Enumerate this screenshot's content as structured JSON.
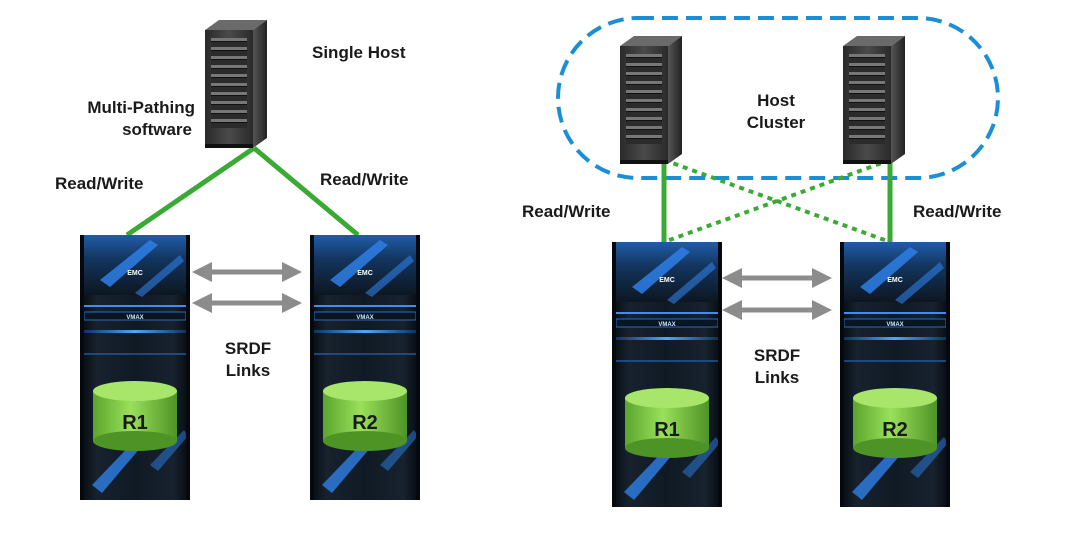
{
  "colors": {
    "link_green": "#3aaa35",
    "cluster_blue": "#1b8fd6",
    "arrow_gray": "#8c8c8c",
    "volume_green": "#7cc63f",
    "array_body": "#0d1620",
    "accent_blue": "#2e7fe6"
  },
  "left_diagram": {
    "host_label": "Single Host",
    "multipath_label_line1": "Multi-Pathing",
    "multipath_label_line2": "software",
    "read_write_left": "Read/Write",
    "read_write_right": "Read/Write",
    "srdf_line1": "SRDF",
    "srdf_line2": "Links",
    "array_r1": {
      "brand": "EMC",
      "model": "VMAX",
      "volume": "R1"
    },
    "array_r2": {
      "brand": "EMC",
      "model": "VMAX",
      "volume": "R2"
    }
  },
  "right_diagram": {
    "cluster_line1": "Host",
    "cluster_line2": "Cluster",
    "read_write_left": "Read/Write",
    "read_write_right": "Read/Write",
    "srdf_line1": "SRDF",
    "srdf_line2": "Links",
    "array_r1": {
      "brand": "EMC",
      "model": "VMAX",
      "volume": "R1"
    },
    "array_r2": {
      "brand": "EMC",
      "model": "VMAX",
      "volume": "R2"
    }
  },
  "icons": {
    "server": "server-tower-icon",
    "storage": "storage-array-icon",
    "volume": "cylinder-volume-icon",
    "link": "bidirectional-arrow-icon"
  }
}
